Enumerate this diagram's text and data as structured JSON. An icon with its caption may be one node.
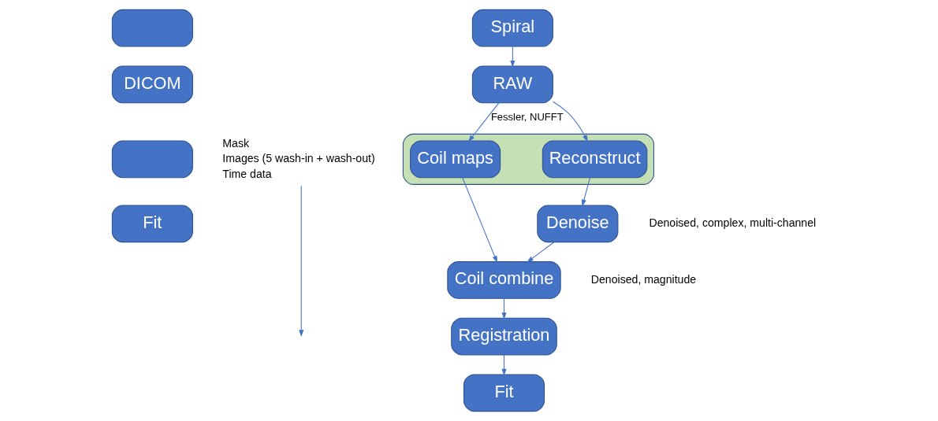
{
  "diagram": {
    "nodes": [
      {
        "text": [],
        "shape": "box"
      },
      {
        "text": [
          "DICOM"
        ]
      },
      {
        "text": [],
        "shape": "box"
      },
      {
        "text": [
          "Mask",
          "Images (5 wash-in + wash-out)",
          "Time data"
        ]
      },
      {
        "text": [
          "Fit"
        ]
      },
      {
        "text": [
          "Spiral"
        ]
      },
      {
        "text": [
          "RAW"
        ]
      },
      {
        "text": [],
        "shape": "box"
      },
      {
        "text": [
          "Coil maps"
        ],
        "in": 7
      },
      {
        "text": [
          "Reconstruct"
        ],
        "in": 7
      },
      {
        "text": [
          "Denoise"
        ],
        "beside": [
          "Denoised, complex, multi-channel"
        ]
      },
      {
        "text": [
          "Coil combine"
        ],
        "beside": [
          "Denoised, magnitude"
        ]
      },
      {
        "text": [
          "Registration"
        ]
      },
      {
        "text": [
          "Fit"
        ]
      }
    ],
    "edges": [
      {
        "from": 5,
        "to": 6,
        "arrow": "to"
      },
      {
        "from": 6,
        "to": 8,
        "arrow": "to",
        "label": "Fessler, NUFFT"
      },
      {
        "from": 6,
        "to": 9,
        "arrow": "to"
      },
      {
        "from": 9,
        "to": 10,
        "arrow": "to"
      },
      {
        "from": 10,
        "to": 11,
        "arrow": "to"
      },
      {
        "from": 8,
        "to": 11,
        "arrow": "to"
      },
      {
        "from": 11,
        "to": 12,
        "arrow": "to"
      },
      {
        "from": 12,
        "to": 13,
        "arrow": "to"
      },
      {
        "from": 3,
        "to": null,
        "arrow": "to"
      }
    ]
  }
}
